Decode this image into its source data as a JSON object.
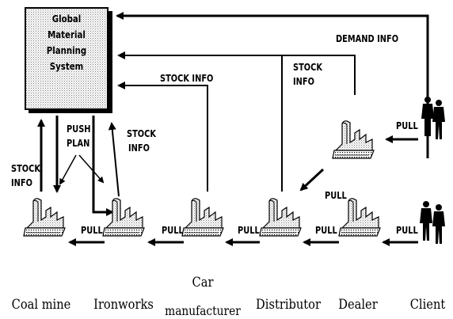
{
  "system": {
    "title_lines": [
      "Global",
      "Material",
      "Planning",
      "System"
    ]
  },
  "labels": {
    "demand_info": "DEMAND INFO",
    "stock_info_top": "STOCK INFO",
    "stock_info_right_1": "STOCK",
    "stock_info_right_2": "INFO",
    "stock_info_mid_1": "STOCK",
    "stock_info_mid_2": "INFO",
    "stock_info_left_1": "STOCK",
    "stock_info_left_2": "INFO",
    "push_plan_1": "PUSH",
    "push_plan_2": "PLAN",
    "pull": "PULL"
  },
  "nodes": {
    "coal_mine": "Coal mine",
    "ironworks": "Ironworks",
    "car_1": "Car",
    "car_2": "manufacturer",
    "distributor": "Distributor",
    "dealer": "Dealer",
    "client": "Client"
  }
}
